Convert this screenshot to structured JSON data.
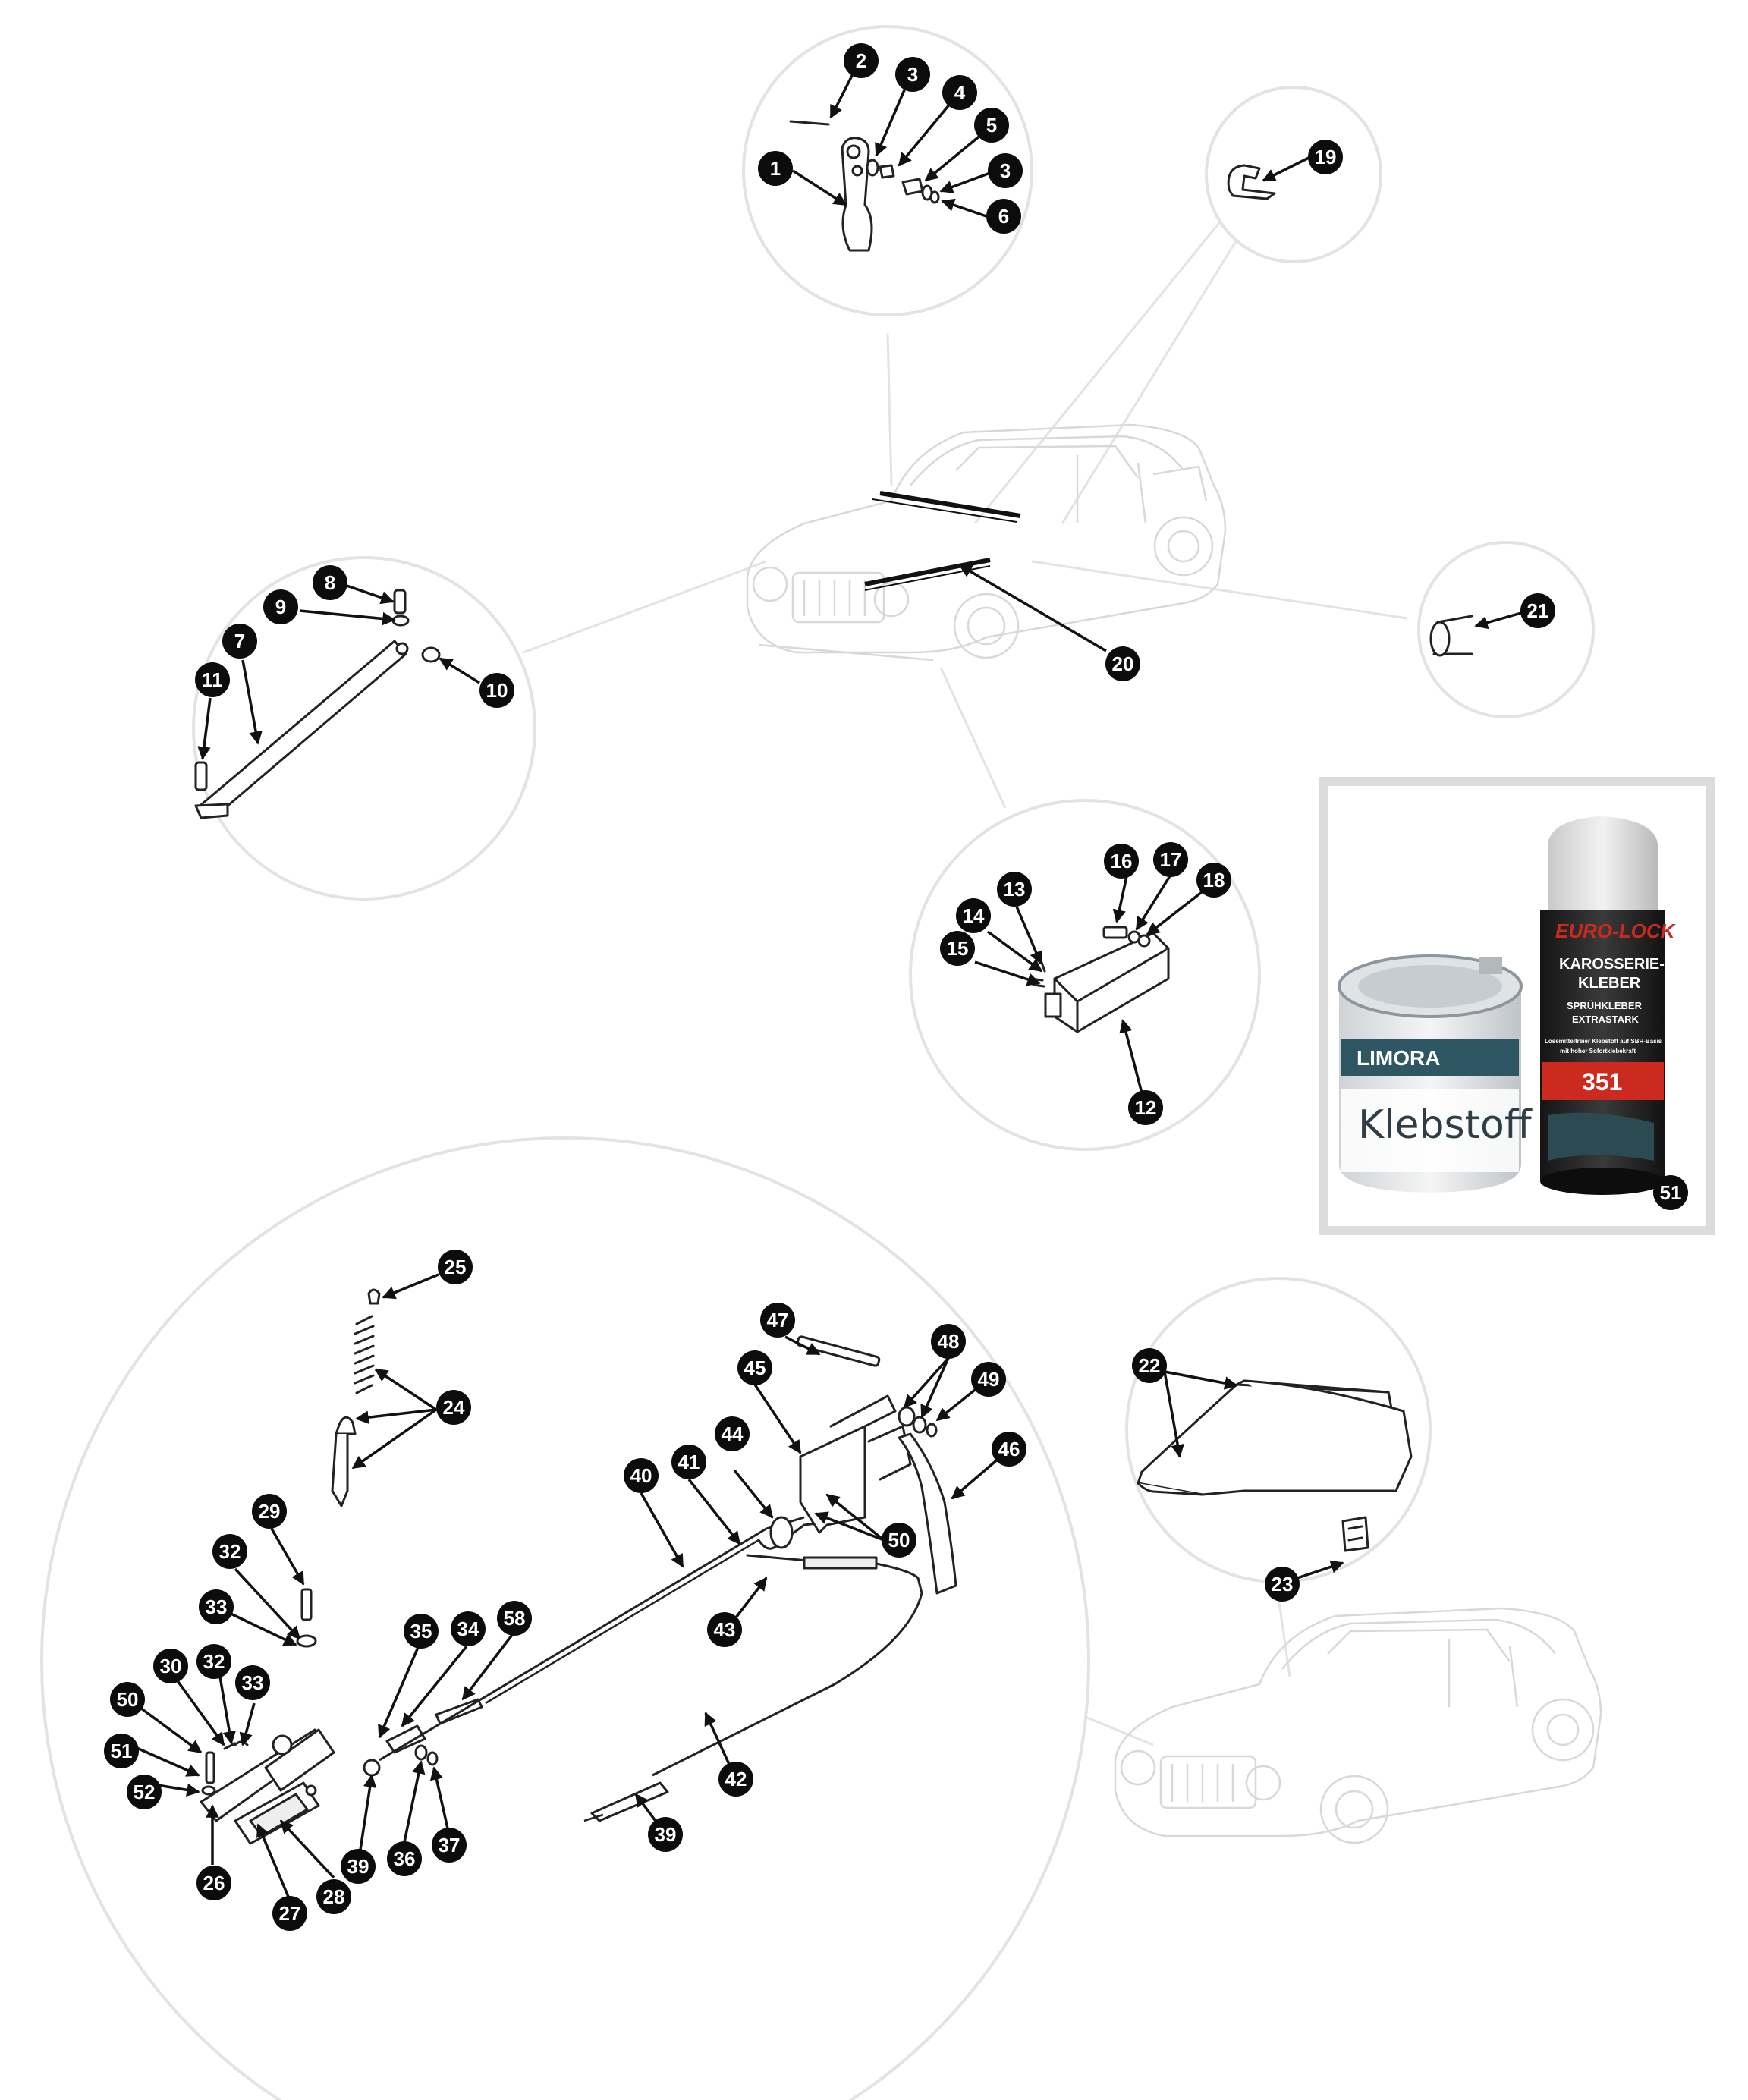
{
  "parts": {
    "p1": "1",
    "p2": "2",
    "p3a": "3",
    "p3b": "3",
    "p4": "4",
    "p5": "5",
    "p6": "6",
    "p7": "7",
    "p8": "8",
    "p9": "9",
    "p10": "10",
    "p11": "11",
    "p12": "12",
    "p13": "13",
    "p14": "14",
    "p15": "15",
    "p16": "16",
    "p17": "17",
    "p18": "18",
    "p19": "19",
    "p20": "20",
    "p21": "21",
    "p22": "22",
    "p23": "23",
    "p24": "24",
    "p25": "25",
    "p26": "26",
    "p27": "27",
    "p28": "28",
    "p29": "29",
    "p30": "30",
    "p32a": "32",
    "p32b": "32",
    "p33a": "33",
    "p33b": "33",
    "p34": "34",
    "p35": "35",
    "p36": "36",
    "p37": "37",
    "p39a": "39",
    "p39b": "39",
    "p40": "40",
    "p41": "41",
    "p42": "42",
    "p43": "43",
    "p44": "44",
    "p45": "45",
    "p46": "46",
    "p47": "47",
    "p48": "48",
    "p49": "49",
    "p50a": "50",
    "p50b": "50",
    "p51a": "51",
    "p51b": "51",
    "p52": "52",
    "p58": "58"
  },
  "products": {
    "can": {
      "brand": "LIMORA",
      "label": "Klebstoff"
    },
    "spray": {
      "brand": "EURO-LOCK",
      "title_line1": "KAROSSERIE-",
      "title_line2": "KLEBER",
      "subtitle_line1": "SPRÜHKLEBER",
      "subtitle_line2": "EXTRASTARK",
      "desc_line1": "Lösemittelfreier Klebstoff auf SBR-Basis",
      "desc_line2": "mit hoher Sofortklebekraft",
      "number": "351"
    }
  },
  "colors": {
    "badge": "#0c0c0c",
    "circle_outline": "#e3e3e3",
    "spray_red": "#cc2a1f",
    "can_teal": "#2f3e46"
  }
}
